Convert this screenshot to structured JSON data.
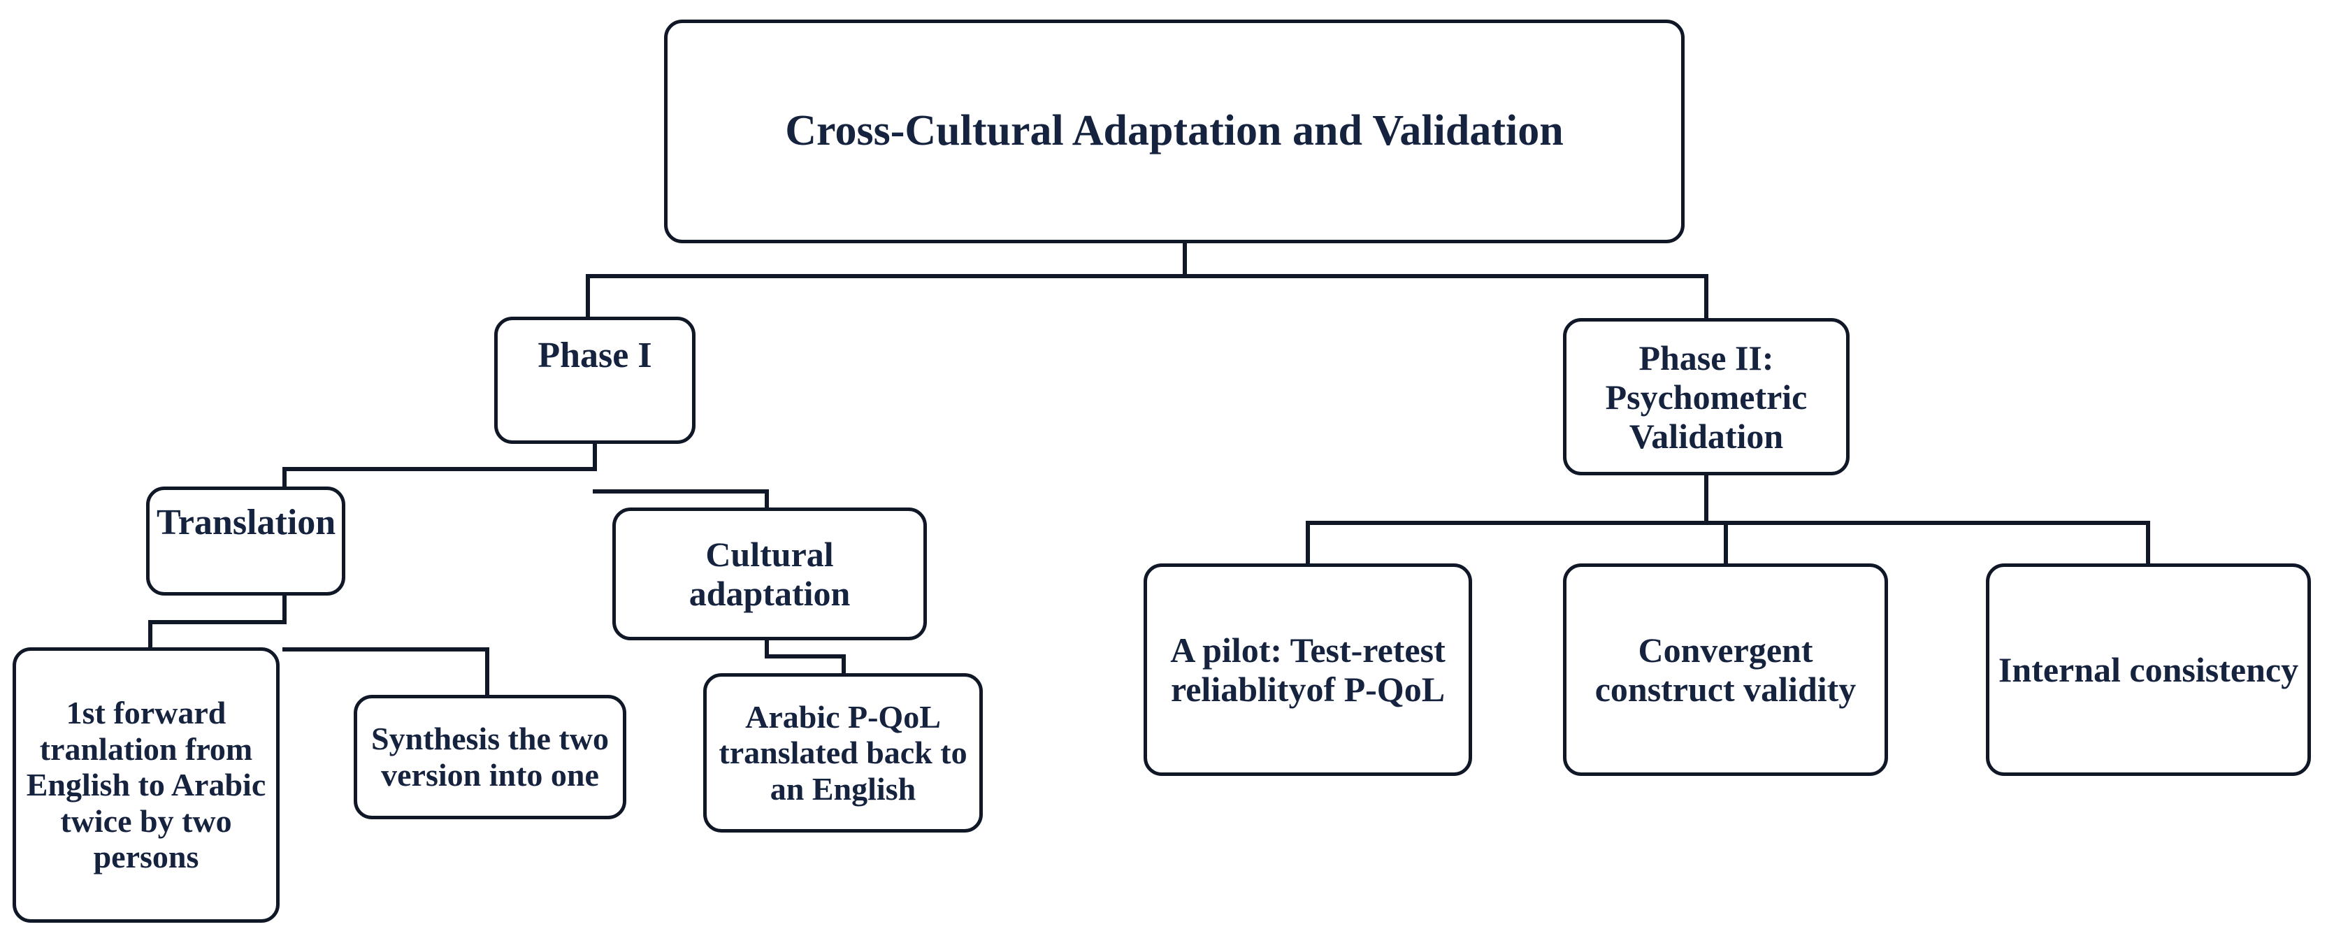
{
  "diagram": {
    "type": "flowchart",
    "orientation": "top-down-tree",
    "colors": {
      "border": "#101828",
      "text": "#16233f",
      "background": "#ffffff",
      "connector": "#101828"
    },
    "nodes": {
      "root": {
        "label": "Cross-Cultural Adaptation and Validation"
      },
      "phase1": {
        "label": "Phase I"
      },
      "phase2": {
        "label": "Phase II: Psychometric Validation"
      },
      "translation": {
        "label": "Translation"
      },
      "cultural_adaptation": {
        "label": "Cultural adaptation"
      },
      "forward_translation": {
        "label": "1st forward tranlation from English to Arabic twice by two persons"
      },
      "synthesis": {
        "label": "Synthesis the two version into one"
      },
      "back_translation": {
        "label": "Arabic P-QoL translated back to an English"
      },
      "pilot": {
        "label": "A pilot: Test-retest reliablityof P-QoL"
      },
      "convergent": {
        "label": "Convergent construct validity"
      },
      "internal": {
        "label": "Internal consistency"
      }
    },
    "edges": [
      {
        "from": "root",
        "to": "phase1"
      },
      {
        "from": "root",
        "to": "phase2"
      },
      {
        "from": "phase1",
        "to": "translation"
      },
      {
        "from": "phase1",
        "to": "cultural_adaptation"
      },
      {
        "from": "translation",
        "to": "forward_translation"
      },
      {
        "from": "translation",
        "to": "synthesis"
      },
      {
        "from": "cultural_adaptation",
        "to": "back_translation"
      },
      {
        "from": "phase2",
        "to": "pilot"
      },
      {
        "from": "phase2",
        "to": "convergent"
      },
      {
        "from": "phase2",
        "to": "internal"
      }
    ]
  }
}
